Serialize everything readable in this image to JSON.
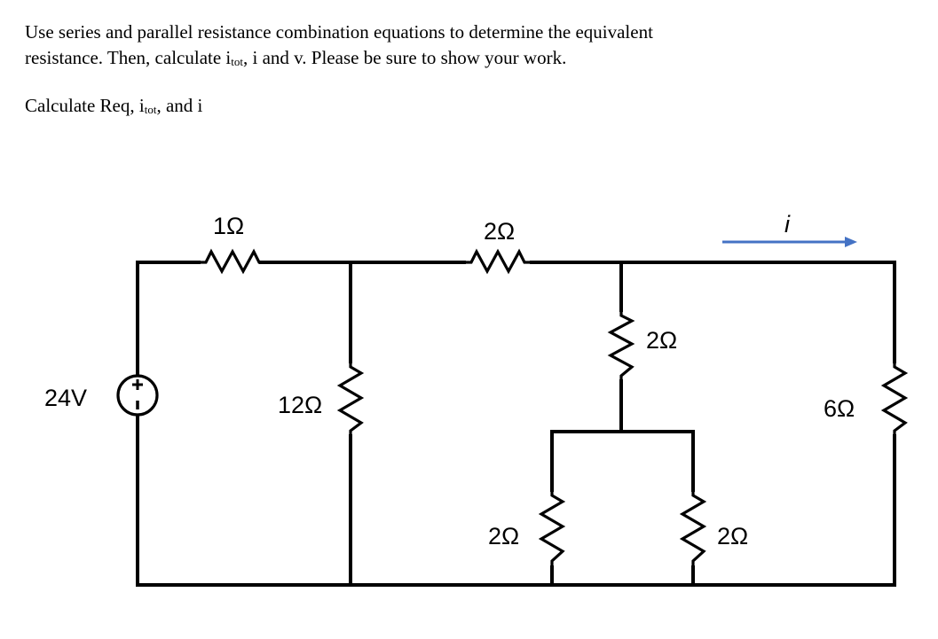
{
  "instructions": {
    "line1": "Use series and parallel resistance combination equations to determine the equivalent",
    "line2_a": "resistance.  Then, calculate i",
    "line2_sub": "tot",
    "line2_b": ", i and v.  Please be sure to show your work."
  },
  "prompt": {
    "text_a": "Calculate Req, i",
    "text_sub": "tot",
    "text_b": ", and i"
  },
  "circuit": {
    "source": {
      "label": "24V"
    },
    "resistors": [
      {
        "id": "R1",
        "label": "1Ω"
      },
      {
        "id": "R2",
        "label": "2Ω"
      },
      {
        "id": "R12",
        "label": "12Ω"
      },
      {
        "id": "R2_vertical",
        "label": "2Ω"
      },
      {
        "id": "R2_left_bottom",
        "label": "2Ω"
      },
      {
        "id": "R2_right_bottom",
        "label": "2Ω"
      },
      {
        "id": "R6",
        "label": "6Ω"
      }
    ],
    "current_arrow": {
      "label": "i",
      "color": "#4472C4"
    }
  }
}
